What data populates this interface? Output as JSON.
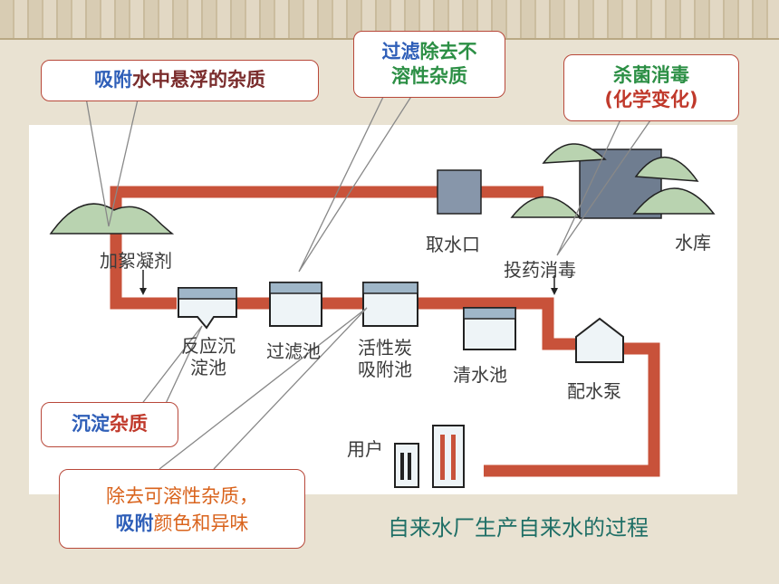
{
  "callouts": {
    "adsorb": {
      "part1": "吸附",
      "part2": "水中悬浮的杂质"
    },
    "filter": {
      "part1": "过滤",
      "part2": "除去不",
      "part3": "溶性杂质"
    },
    "disinfect": {
      "line1": "杀菌消毒",
      "line2": "(化学变化)"
    },
    "settle": {
      "part1": "沉淀",
      "part2": "杂质"
    },
    "carbon": {
      "line1": "除去可溶性杂质，",
      "part1": "吸附",
      "part2": "颜色和异味"
    }
  },
  "labels": {
    "coagulant": "加絮凝剂",
    "intake": "取水口",
    "reservoir": "水库",
    "dosing": "投药消毒",
    "reaction_tank_line1": "反应沉",
    "reaction_tank_line2": "淀池",
    "filter_tank": "过滤池",
    "carbon_tank_line1": "活性炭",
    "carbon_tank_line2": "吸附池",
    "clear_tank": "清水池",
    "pump": "配水泵",
    "user": "用户"
  },
  "caption": "自来水厂生产自来水的过程",
  "colors": {
    "pipe": "#c8523a",
    "callout_border": "#b8483a",
    "blue": "#2f5fb8",
    "green": "#2c8f45",
    "red": "#c0392b",
    "caption": "#1f6f66"
  }
}
